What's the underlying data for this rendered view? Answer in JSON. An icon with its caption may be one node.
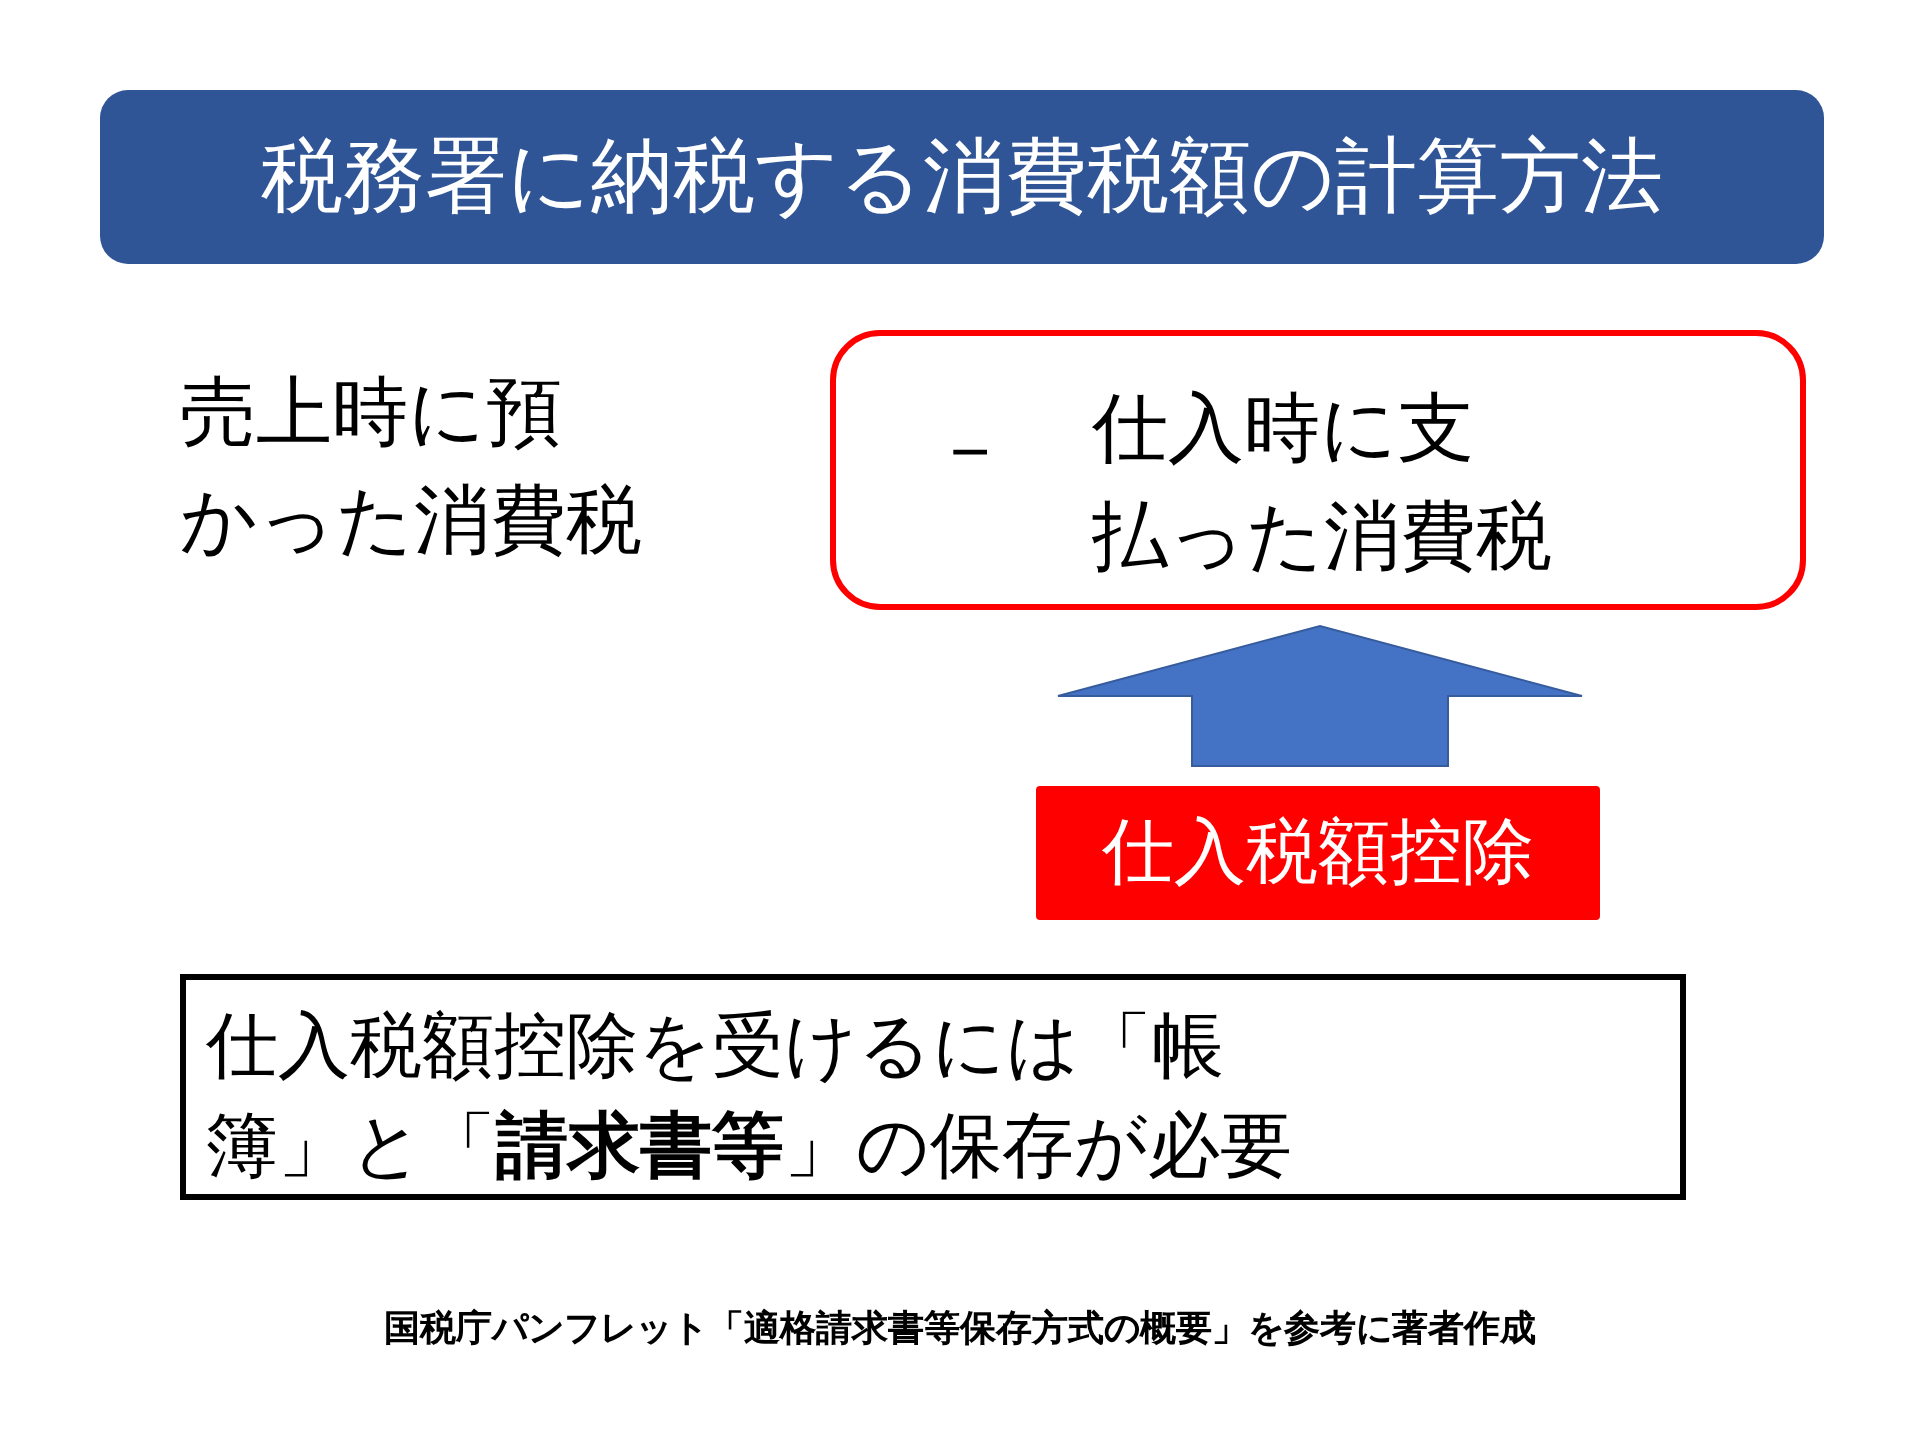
{
  "diagram": {
    "title": "税務署に納税する消費税額の計算方法",
    "nodes": [
      {
        "text": [
          "－",
          "仕入時に支払った消費税"
        ]
      },
      {
        "text": [
          "仕入税額控除"
        ]
      },
      {
        "text": [
          "仕入税額控除を受けるには「帳簿」と「**請求書等**」の保存が必要"
        ]
      }
    ],
    "edges": [
      {
        "from": 1,
        "to": 0,
        "arrow": "to",
        "style": "thick",
        "color": "#4472c4"
      }
    ],
    "labels": [
      "売上時に預かった消費税"
    ],
    "caption": "国税庁パンフレット「適格請求書等保存方式の概要」を参考に著者作成"
  }
}
